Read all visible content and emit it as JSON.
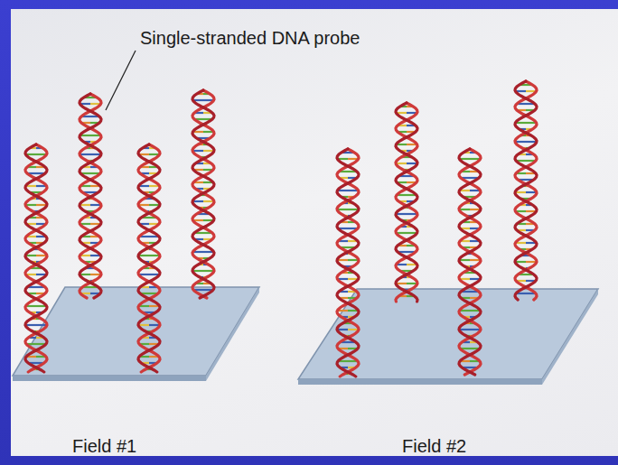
{
  "diagram": {
    "labels": [
      "Single-stranded DNA probe",
      "Field #1",
      "Field #2"
    ]
  }
}
